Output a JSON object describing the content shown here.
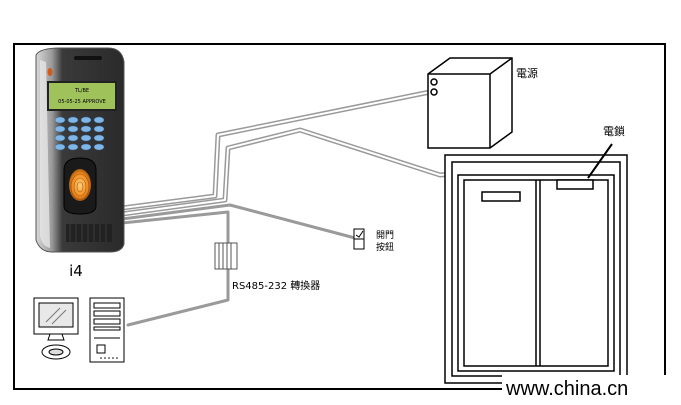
{
  "labels": {
    "device": "i4",
    "power_supply": "電源",
    "electric_lock": "電鎖",
    "exit_button_line1": "開門",
    "exit_button_line2": "按鈕",
    "converter": "RS485-232 轉換器",
    "lcd_line1": "TL/BE",
    "lcd_line2": "05-05-25  APPROVE",
    "watermark": "www.china.cn"
  },
  "colors": {
    "frame": "#000000",
    "wire": "#9a9a9a",
    "device_body": "#3c3c3c",
    "device_side": "#c8c8c8",
    "lcd": "#9fc25a",
    "keypad": "#7fb6e6",
    "fingerprint": "#f08a1e"
  },
  "icons": {
    "computer": "desktop-computer-icon",
    "power": "power-box-icon",
    "door": "double-door-icon",
    "lock": "electric-lock-icon",
    "button": "exit-button-icon",
    "converter": "converter-icon"
  }
}
